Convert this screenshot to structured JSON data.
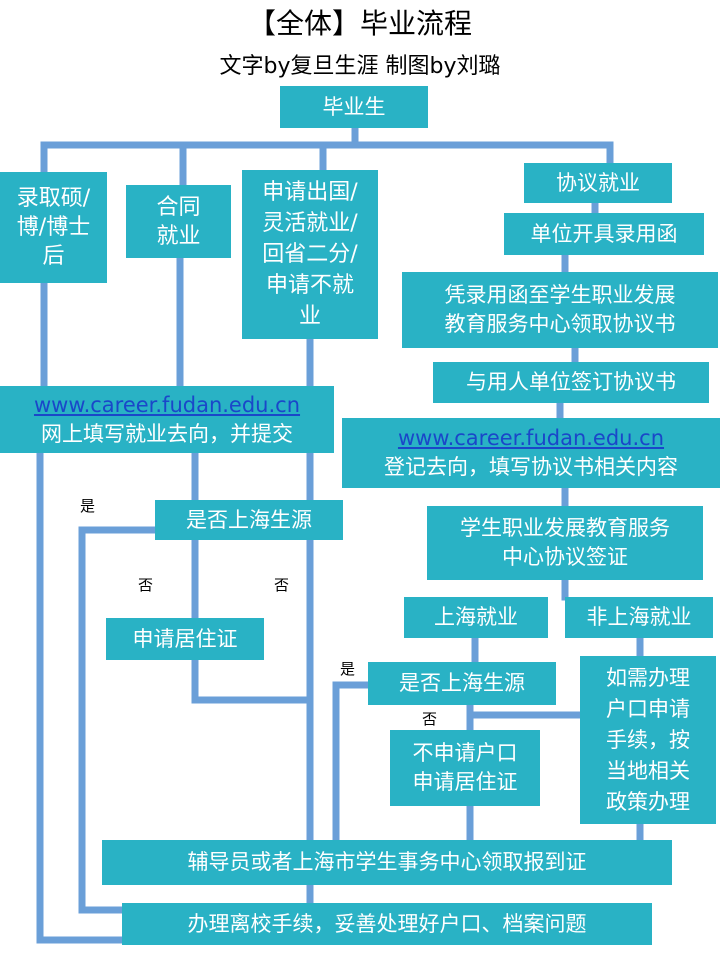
{
  "header": {
    "title": "【全体】毕业流程",
    "subtitle": "文字by复旦生涯   制图by刘璐"
  },
  "nodes": {
    "graduate": "毕业生",
    "admitted": "录取硕/\n博/博士\n后",
    "contract": "合同\n就业",
    "abroad": "申请出国/\n灵活就业/\n回省二分/\n申请不就\n业",
    "agreement": "协议就业",
    "offer_letter": "单位开具录用函",
    "collect_agreement": "凭录用函至学生职业发展\n教育服务中心领取协议书",
    "sign_agreement": "与用人单位签订协议书",
    "online_link": "www.career.fudan.edu.cn",
    "online_text": "网上填写就业去向，并提交",
    "register_link": "www.career.fudan.edu.cn",
    "register_text": "登记去向，填写协议书相关内容",
    "is_shanghai_1": "是否上海生源",
    "center_sign": "学生职业发展教育服务\n中心协议签证",
    "shanghai_job": "上海就业",
    "non_shanghai_job": "非上海就业",
    "residence_permit": "申请居住证",
    "is_shanghai_2": "是否上海生源",
    "no_hukou": "不申请户口\n申请居住证",
    "local_policy": "如需办理\n户口申请\n手续，按\n当地相关\n政策办理",
    "report_card": "辅导员或者上海市学生事务中心领取报到证",
    "leave_school": "办理离校手续，妥善处理好户口、档案问题"
  },
  "labels": {
    "yes_1": "是",
    "no_1": "否",
    "no_2": "否",
    "yes_2": "是",
    "no_3": "否"
  },
  "colors": {
    "box": "#29b2c5",
    "connector": "#6a9fd8",
    "link": "#1a47c9"
  }
}
